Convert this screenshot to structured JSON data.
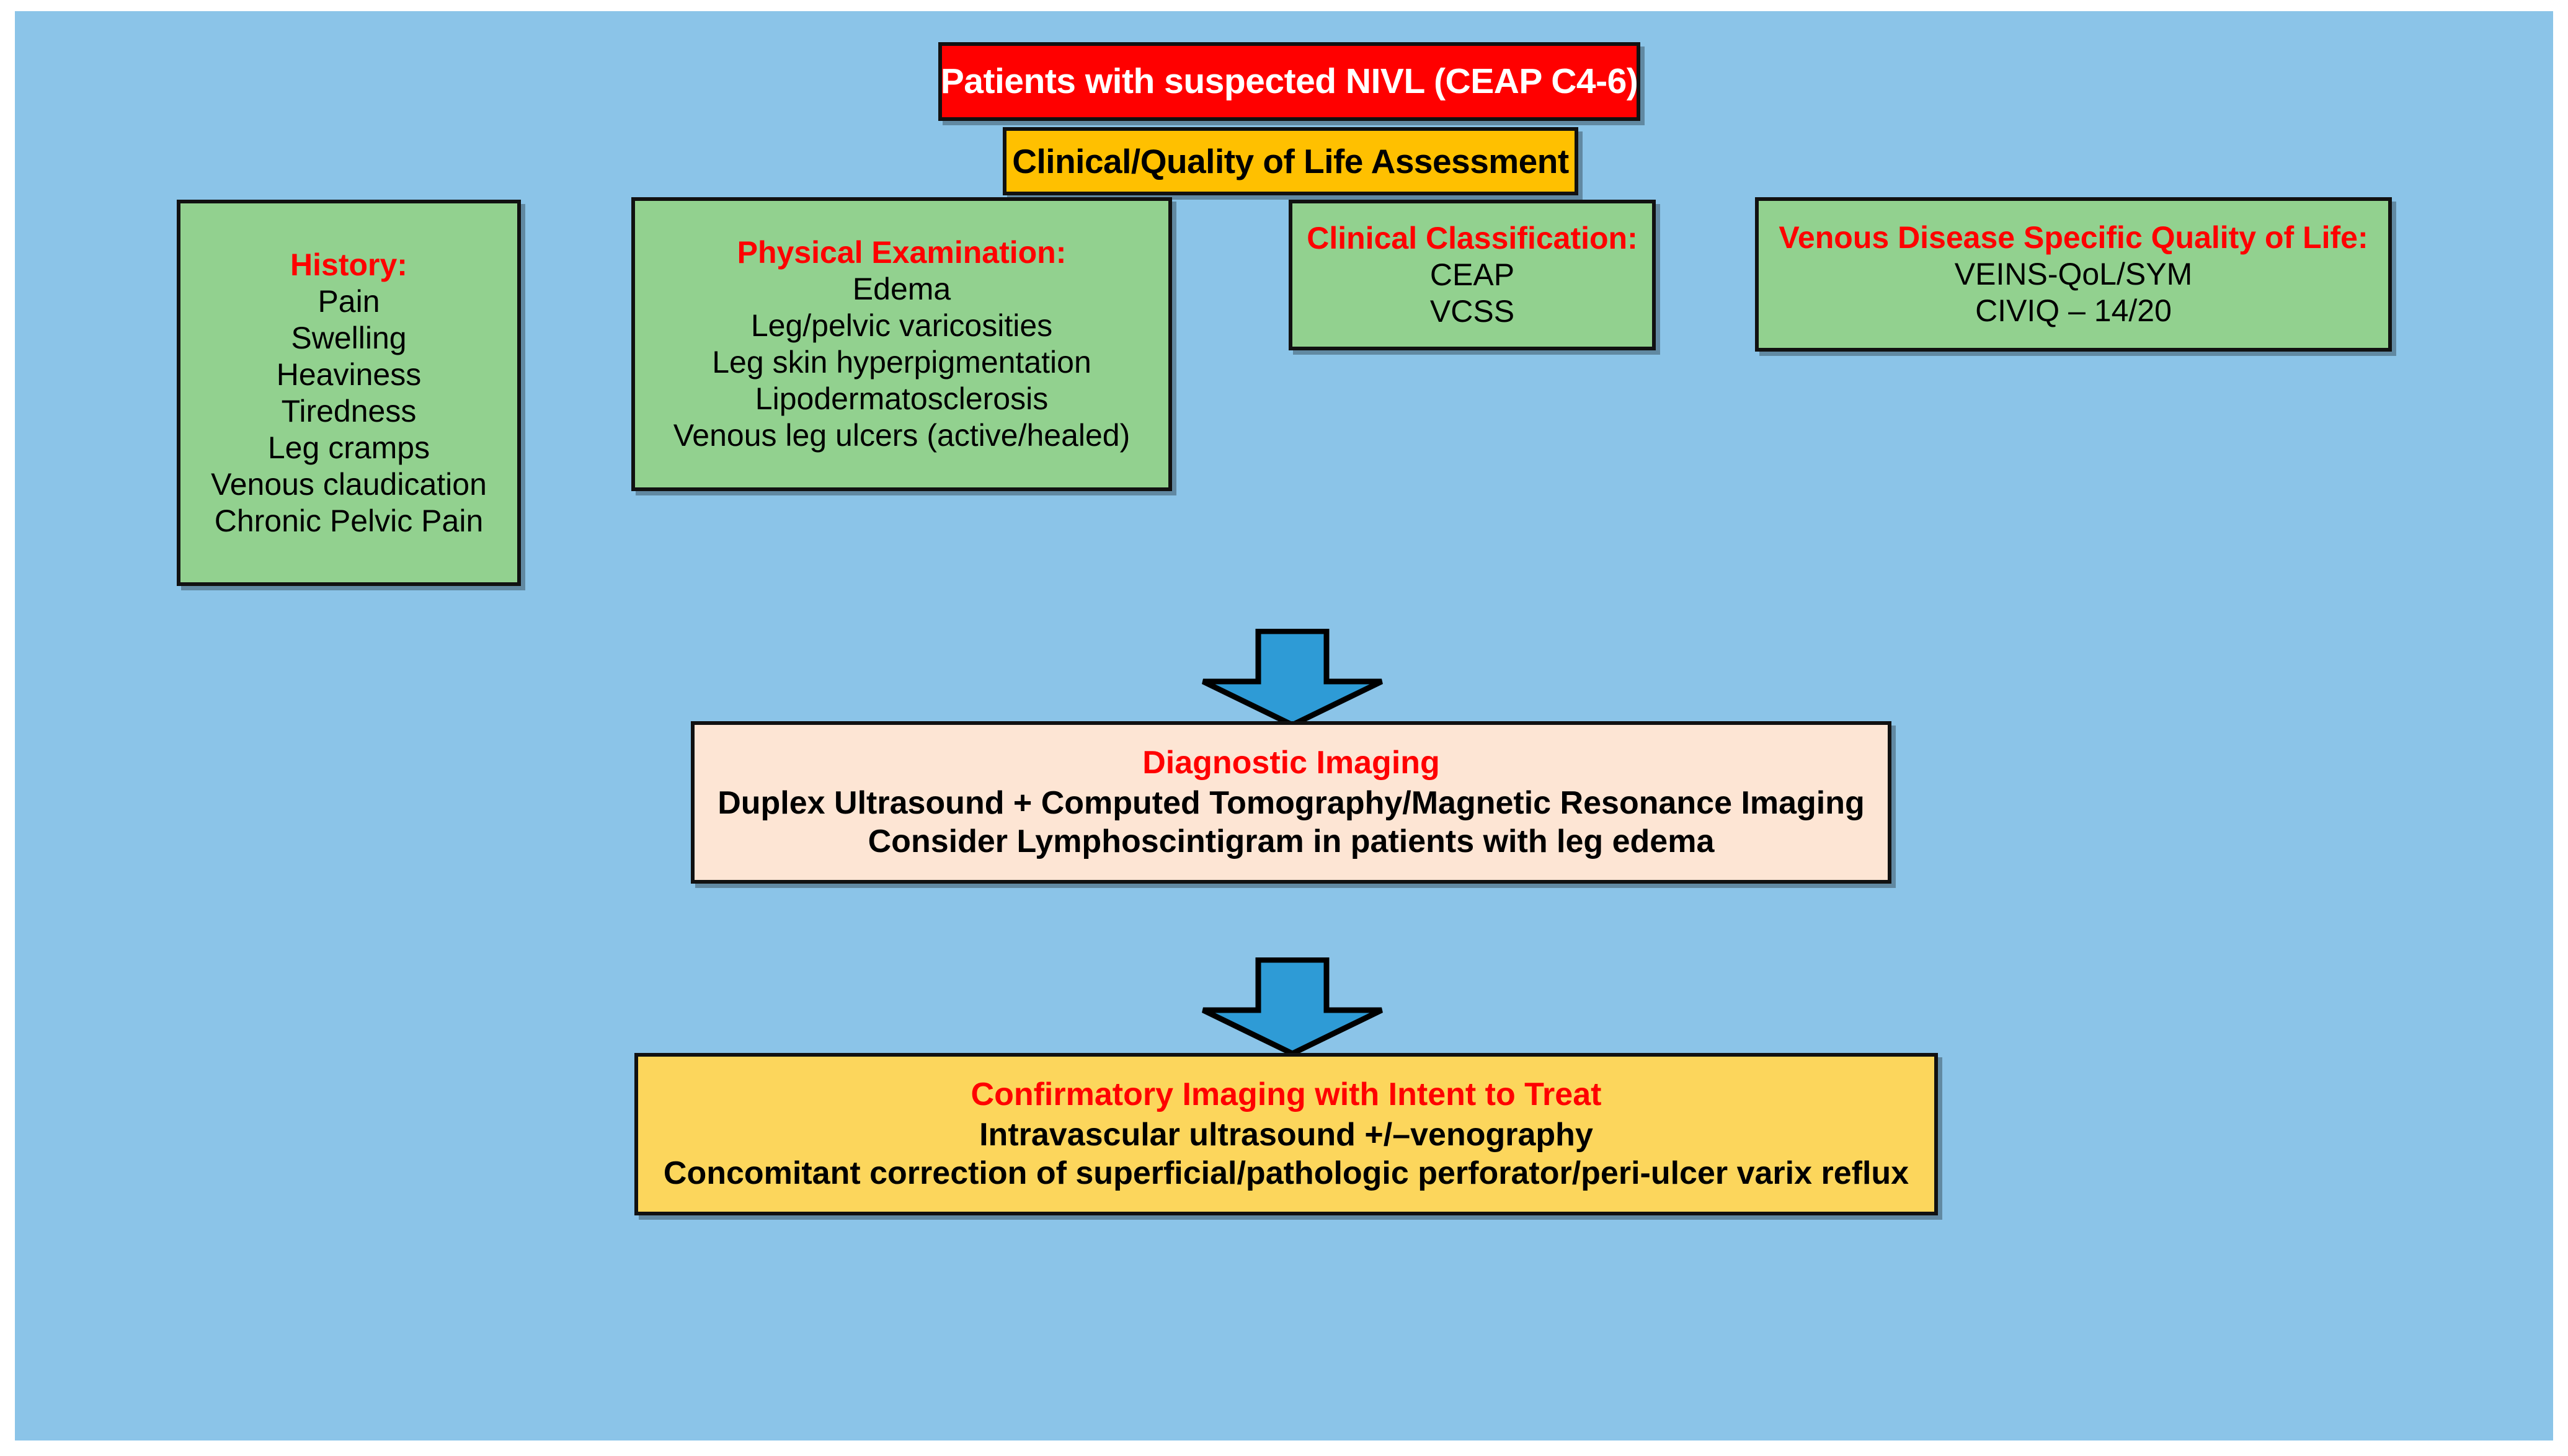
{
  "canvas": {
    "background_color": "#8BC4E8",
    "page_background_color": "#FFFFFF"
  },
  "palette": {
    "red_fill": "#FF0000",
    "orange_fill": "#FFC000",
    "green_fill": "#92D18F",
    "peach_fill": "#FDE5D4",
    "yellow_fill": "#FCD65C",
    "arrow_fill": "#2E9BD6",
    "border": "#111111",
    "heading_text": "#FF0000",
    "body_text": "#000000",
    "inverse_text": "#FFFFFF"
  },
  "flowchart": {
    "patients": {
      "label": "Patients with suspected NIVL (CEAP C4-6)"
    },
    "assessment": {
      "label": "Clinical/Quality of Life Assessment"
    },
    "history": {
      "title": "History:",
      "items": [
        "Pain",
        "Swelling",
        "Heaviness",
        "Tiredness",
        "Leg cramps",
        "Venous claudication",
        "Chronic Pelvic Pain"
      ]
    },
    "physical_examination": {
      "title": "Physical Examination:",
      "items": [
        "Edema",
        "Leg/pelvic varicosities",
        "Leg skin hyperpigmentation",
        "Lipodermatosclerosis",
        "Venous leg ulcers (active/healed)"
      ]
    },
    "clinical_classification": {
      "title": "Clinical Classification:",
      "items": [
        "CEAP",
        "VCSS"
      ]
    },
    "quality_of_life": {
      "title": "Venous Disease Specific Quality of Life:",
      "items": [
        "VEINS-QoL/SYM",
        "CIVIQ – 14/20"
      ]
    },
    "arrow_1": {
      "name": "down-arrow"
    },
    "diagnostic_imaging": {
      "title": "Diagnostic Imaging",
      "items": [
        "Duplex Ultrasound + Computed Tomography/Magnetic Resonance Imaging",
        "Consider Lymphoscintigram in patients with leg edema"
      ]
    },
    "arrow_2": {
      "name": "down-arrow"
    },
    "confirmatory_imaging": {
      "title": "Confirmatory Imaging with Intent to Treat",
      "items": [
        "Intravascular ultrasound +/–venography",
        "Concomitant correction of superficial/pathologic perforator/peri-ulcer varix reflux"
      ]
    }
  }
}
